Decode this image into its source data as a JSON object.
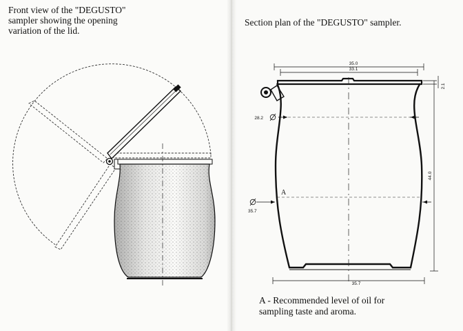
{
  "left_page": {
    "caption": "Front view of the \"DEGUSTO\"\nsampler showing the opening\nvariation of the lid."
  },
  "right_page": {
    "caption": "Section plan of the \"DEGUSTO\" sampler.",
    "dimensions": {
      "top_outer_width": "35.0",
      "top_inner_width": "33.1",
      "rim_height": "2.1",
      "neck_diameter": "28.2",
      "total_height": "44.0",
      "belly_diameter": "35.7",
      "base_width": "35.7"
    },
    "level_marker": "A",
    "note": "A - Recommended level of oil for\nsampling taste and aroma."
  }
}
